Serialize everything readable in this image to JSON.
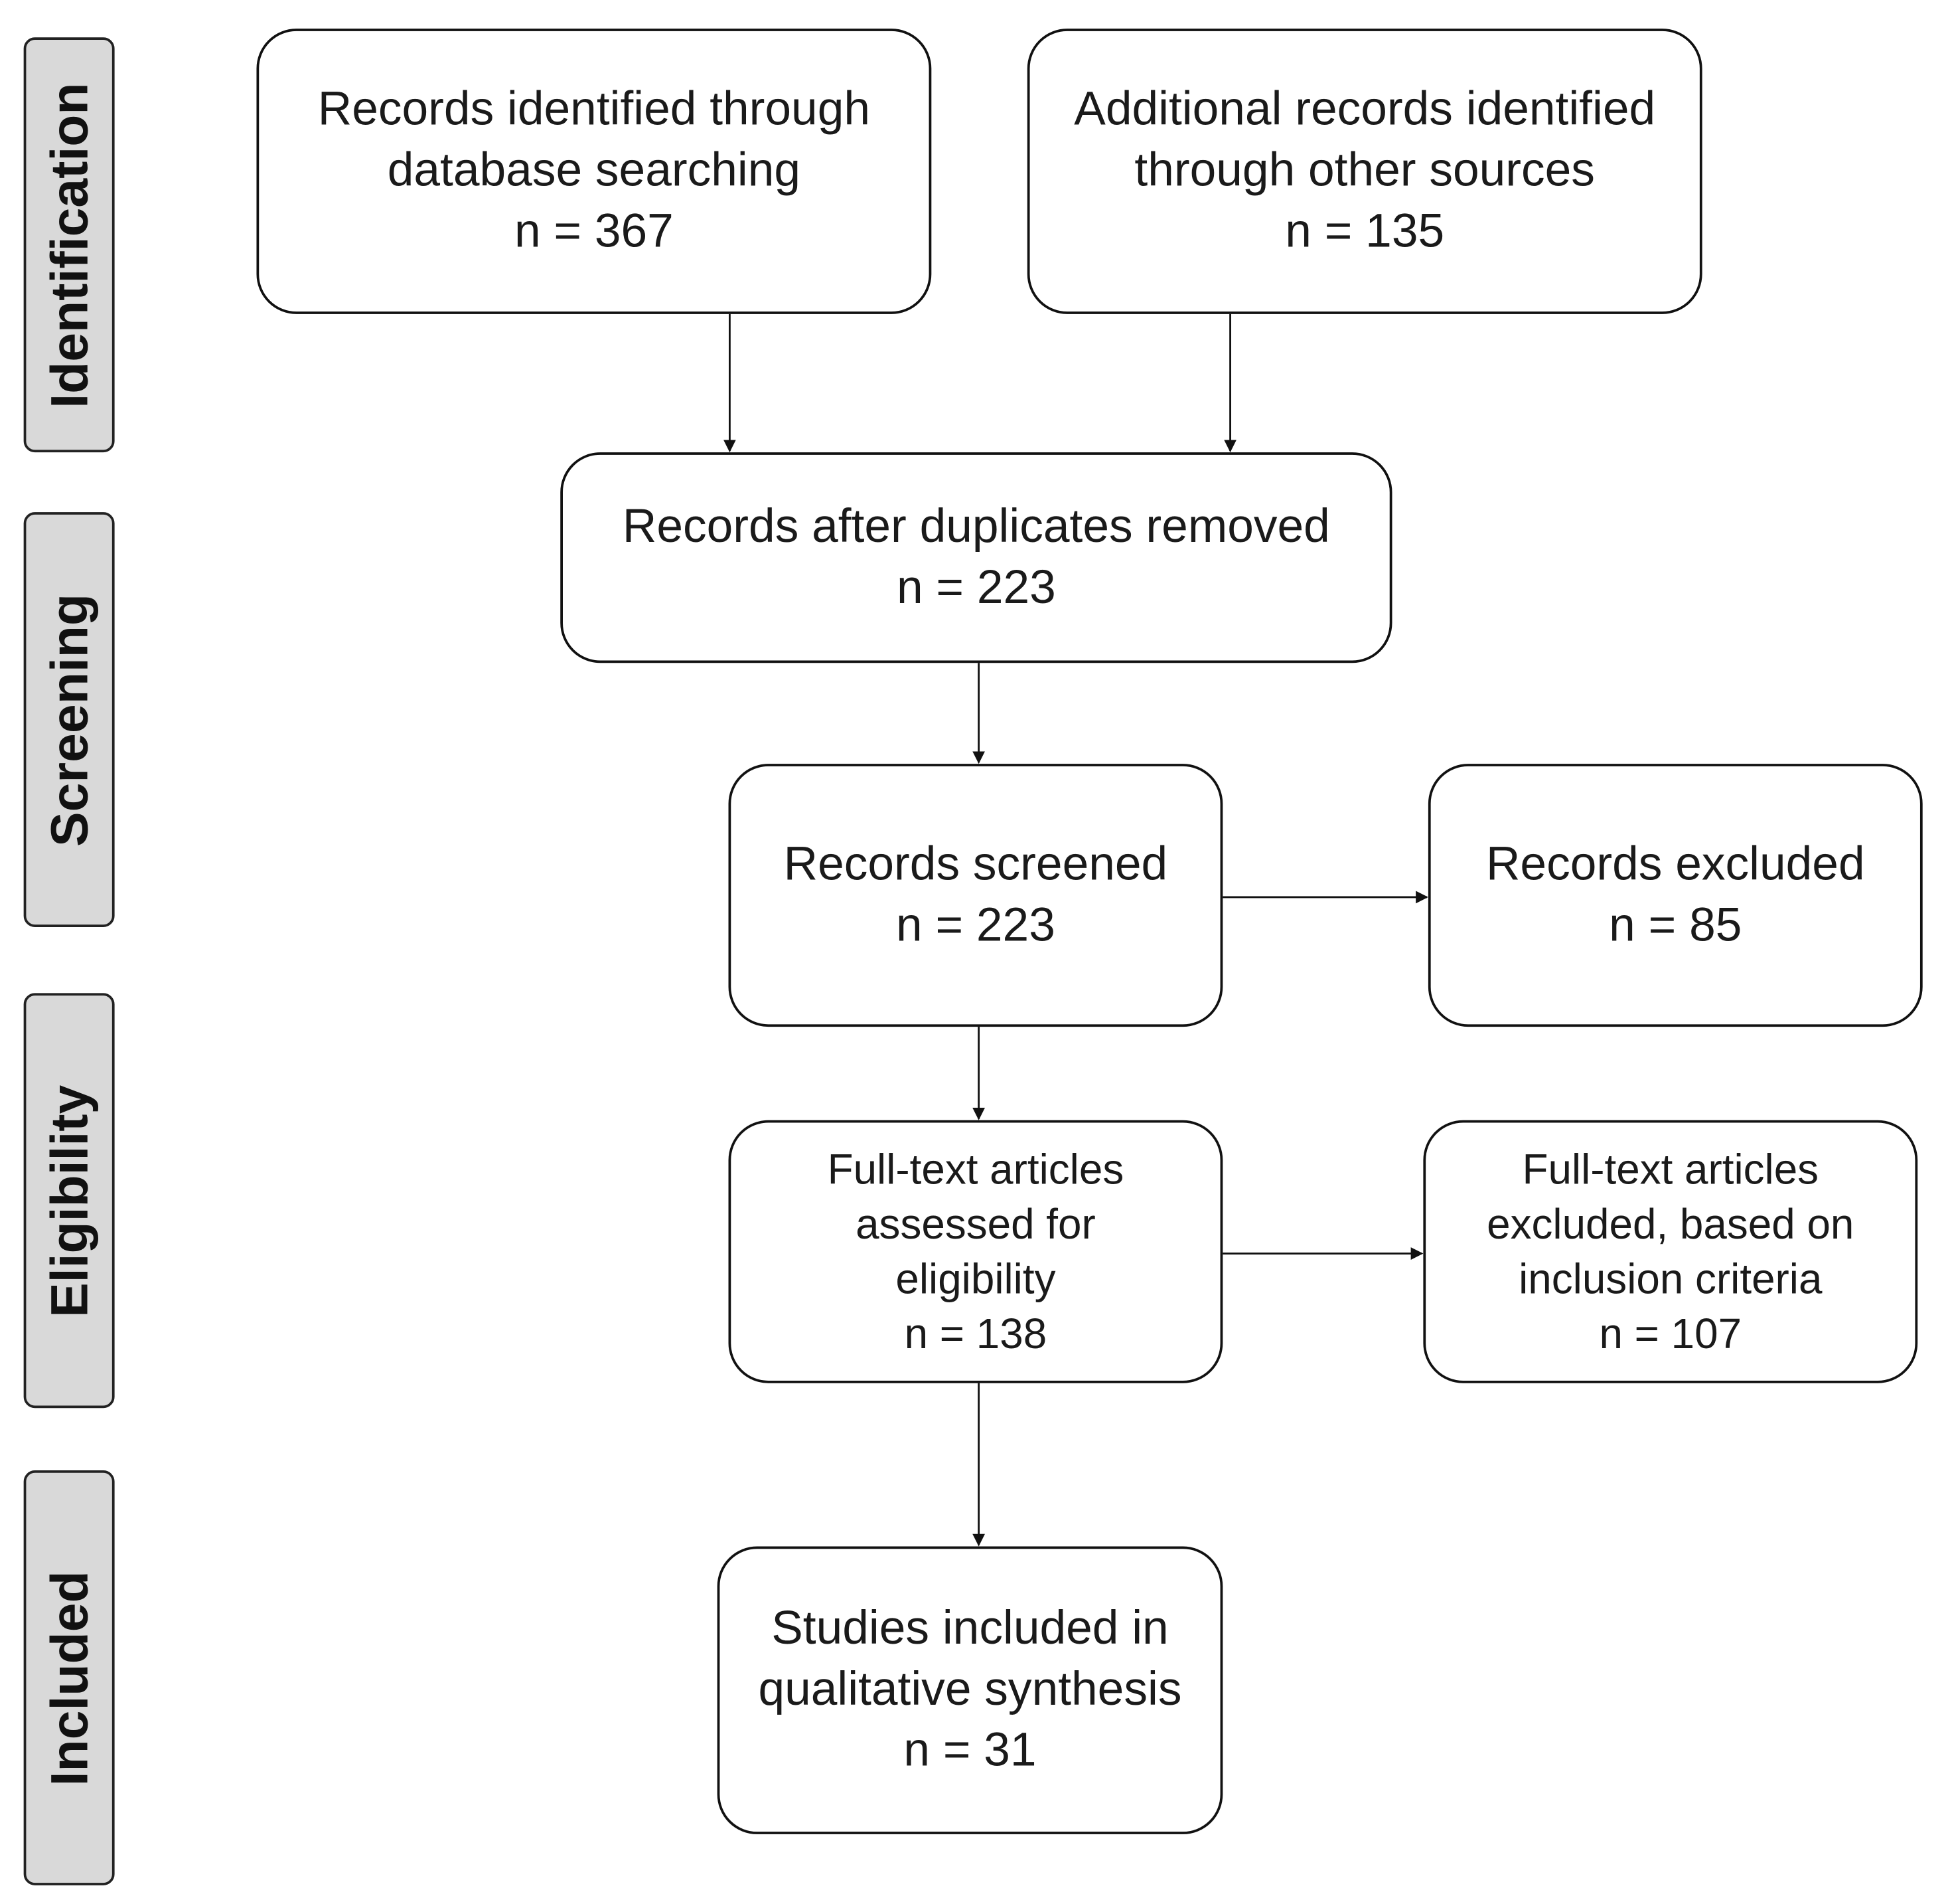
{
  "phases": {
    "identification": "Identification",
    "screening": "Screening",
    "eligibility": "Eligibility",
    "included": "Included"
  },
  "boxes": {
    "database": {
      "line1": "Records identified through",
      "line2": "database searching",
      "count": "n = 367"
    },
    "other_sources": {
      "line1": "Additional records identified",
      "line2": "through other sources",
      "count": "n = 135"
    },
    "after_duplicates": {
      "line1": "Records after duplicates removed",
      "count": "n = 223"
    },
    "screened": {
      "line1": "Records screened",
      "count": "n = 223"
    },
    "excluded": {
      "line1": "Records excluded",
      "count": "n = 85"
    },
    "fulltext_assessed": {
      "line1": "Full-text articles",
      "line2": "assessed for",
      "line3": "eligibility",
      "count": "n = 138"
    },
    "fulltext_excluded": {
      "line1": "Full-text articles",
      "line2": "excluded, based on",
      "line3": "inclusion criteria",
      "count": "n = 107"
    },
    "included": {
      "line1": "Studies included in",
      "line2": "qualitative synthesis",
      "count": "n = 31"
    }
  }
}
